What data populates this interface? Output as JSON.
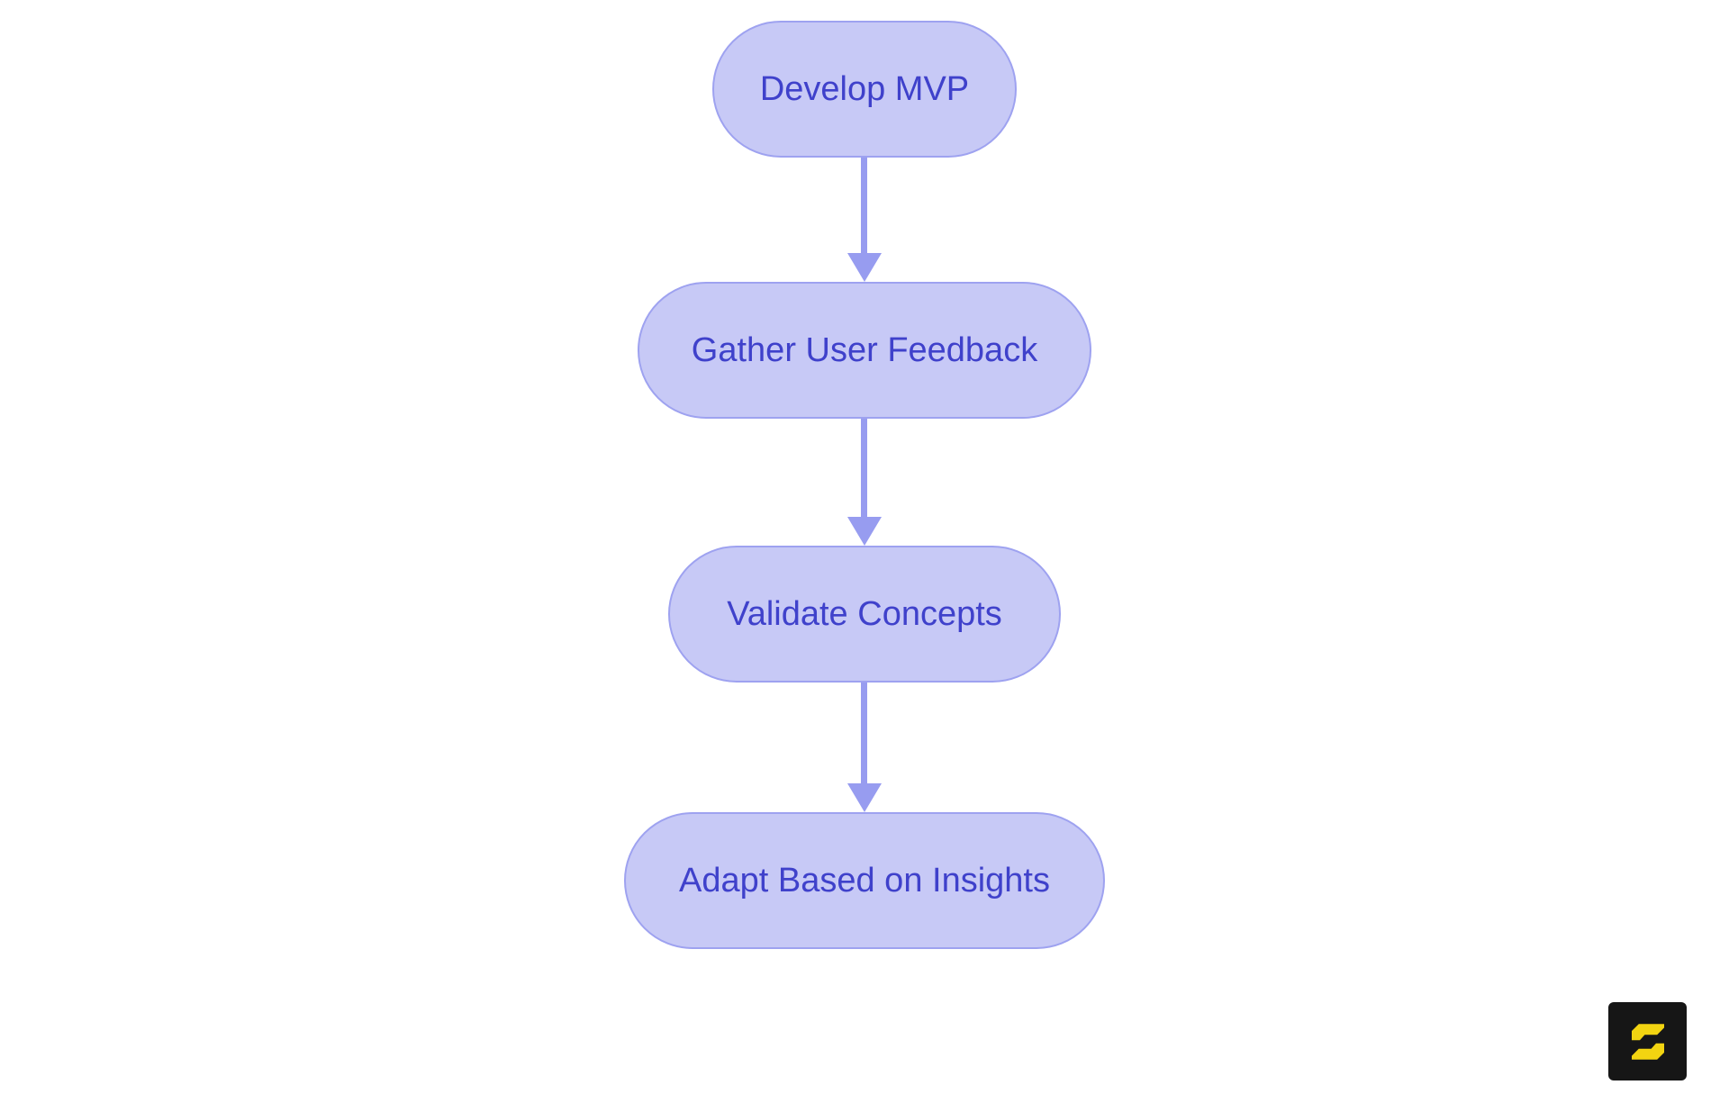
{
  "page": {
    "background": "#ffffff",
    "kind": "flowchart"
  },
  "flowchart": {
    "direction": "top-down",
    "nodes": [
      {
        "id": "develop-mvp",
        "label": "Develop MVP"
      },
      {
        "id": "gather-user-feedback",
        "label": "Gather User Feedback"
      },
      {
        "id": "validate-concepts",
        "label": "Validate Concepts"
      },
      {
        "id": "adapt-based-on-insights",
        "label": "Adapt Based on Insights"
      }
    ],
    "edges": [
      {
        "from": "develop-mvp",
        "to": "gather-user-feedback"
      },
      {
        "from": "gather-user-feedback",
        "to": "validate-concepts"
      },
      {
        "from": "validate-concepts",
        "to": "adapt-based-on-insights"
      }
    ],
    "colors": {
      "node_fill": "#c7c9f6",
      "node_border": "#9ea2f0",
      "node_text": "#3f41cb",
      "arrow": "#979cf0"
    }
  },
  "watermark": {
    "icon": "s-logo-icon",
    "background": "#161616",
    "glyph_color": "#f2d411"
  }
}
